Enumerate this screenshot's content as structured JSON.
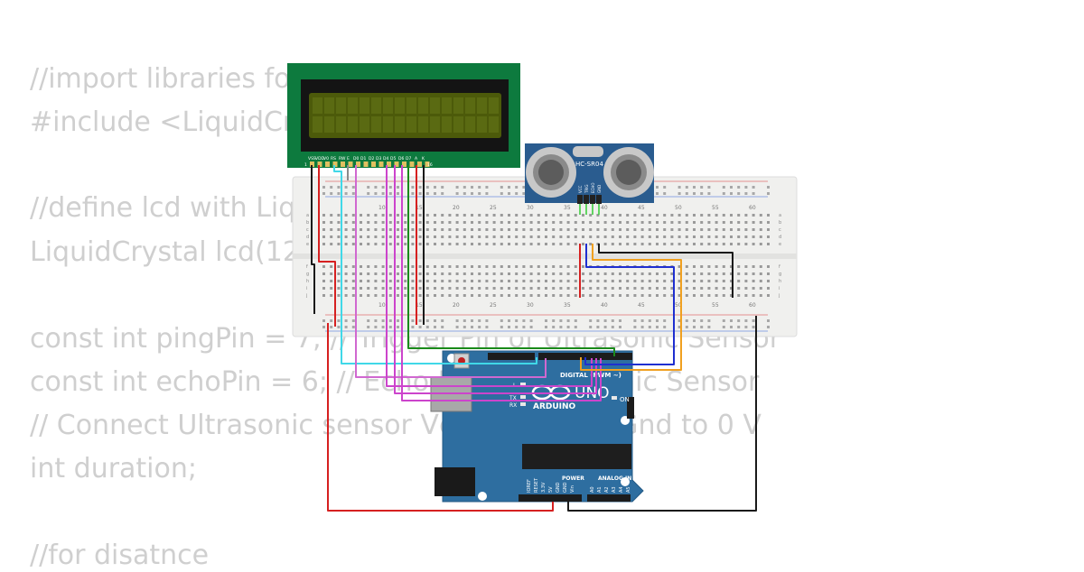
{
  "code_lines": [
    "//import libraries for lcd",
    "#include <LiquidCrystal.h>",
    "",
    "//define lcd with Liquid",
    "LiquidCrystal lcd(12, 11, 5, 4, 3, 2);",
    "",
    "const int pingPin = 7; // Trigger Pin of Ultrasonic Sensor",
    "const int echoPin = 6; // Echo Pin of Ultrasonic Sensor",
    "// Connect Ultrasonic sensor Vcc to 5V and Gnd to 0 V",
    "int duration;",
    "",
    "//for disatnce"
  ],
  "lcd": {
    "pin_labels": [
      "VSS",
      "VDD",
      "V0",
      "RS",
      "RW",
      "E",
      "D0",
      "D1",
      "D2",
      "D3",
      "D4",
      "D5",
      "D6",
      "D7",
      "A",
      "K"
    ],
    "pin_1": "1",
    "pin_16": "16"
  },
  "sensor": {
    "model": "HC-SR04",
    "pin_labels": [
      "VCC",
      "TRIG",
      "ECHO",
      "GND"
    ]
  },
  "breadboard": {
    "column_numbers": [
      "10",
      "15",
      "20",
      "25",
      "30",
      "35",
      "40",
      "45",
      "50",
      "55",
      "60"
    ],
    "row_letters_top": [
      "a",
      "b",
      "c",
      "d",
      "e"
    ],
    "row_letters_bottom": [
      "f",
      "g",
      "h",
      "i",
      "j"
    ]
  },
  "arduino": {
    "brand": "ARDUINO",
    "model": "UNO",
    "digital_label": "DIGITAL (PWM ~)",
    "power_label": "POWER",
    "analog_label": "ANALOG IN",
    "on_label": "ON",
    "l_label": "L",
    "tx_label": "TX",
    "rx_label": "RX",
    "power_pins": [
      "IOREF",
      "RESET",
      "3.3V",
      "5V",
      "GND",
      "GND",
      "Vin"
    ],
    "analog_pins": [
      "A0",
      "A1",
      "A2",
      "A3",
      "A4",
      "A5"
    ]
  },
  "colors": {
    "code_text": "#cfcfcf",
    "lcd_pcb": "#0d7a3e",
    "lcd_screen": "#4c5a0a",
    "sensor_pcb": "#2a5c8f",
    "arduino_pcb": "#2e6ea0",
    "breadboard": "#f0f0ee",
    "wire_red": "#d62020",
    "wire_black": "#1a1a1a",
    "wire_cyan": "#40d8e8",
    "wire_magenta": "#cc44cc",
    "wire_green": "#1a8a1a",
    "wire_blue": "#1f2fd0",
    "wire_orange": "#f0a020",
    "wire_gray": "#8a8a8a"
  }
}
